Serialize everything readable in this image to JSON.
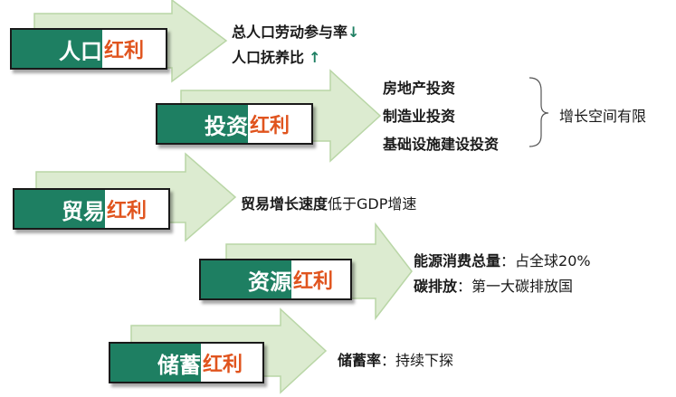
{
  "rows": [
    {
      "title": "人口",
      "suffix": "红利",
      "lines": [
        {
          "bold": "总人口劳动参与率",
          "normal": "",
          "trend": "↓"
        },
        {
          "bold": "人口抚养比",
          "normal": "",
          "trend": "↑"
        }
      ]
    },
    {
      "title": "投资",
      "suffix": "红利",
      "lines": [
        {
          "bold": "房地产投资",
          "normal": ""
        },
        {
          "bold": "制造业投资",
          "normal": ""
        },
        {
          "bold": "基础设施建设投资",
          "normal": ""
        }
      ],
      "bracket_note": "增长空间有限"
    },
    {
      "title": "贸易",
      "suffix": "红利",
      "lines": [
        {
          "bold": "贸易增长速度",
          "normal": "低于GDP增速"
        }
      ]
    },
    {
      "title": "资源",
      "suffix": "红利",
      "lines": [
        {
          "bold": "能源消费总量",
          "normal": "：占全球20%"
        },
        {
          "bold": "碳排放",
          "normal": "：第一大碳排放国"
        }
      ]
    },
    {
      "title": "储蓄",
      "suffix": "红利",
      "lines": [
        {
          "bold": "储蓄率",
          "normal": "：持续下探"
        }
      ]
    }
  ],
  "colors": {
    "label_green": "#1e7f62",
    "label_orange": "#e0541e",
    "arrow_fill": "#dcebd0",
    "arrow_stroke": "#b9d6a6"
  }
}
